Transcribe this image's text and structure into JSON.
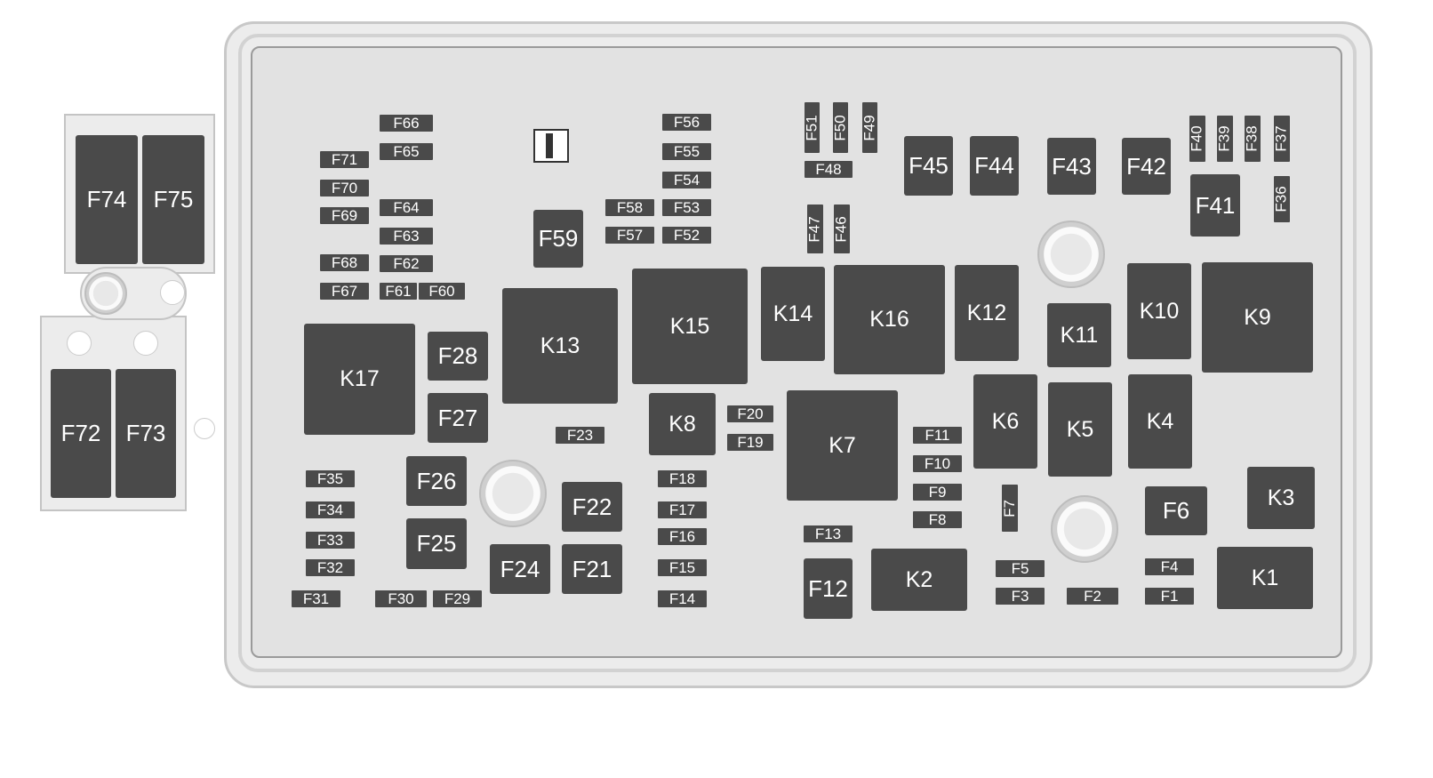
{
  "title": "Fuse box diagram",
  "colors": {
    "component_fill": "#4a4a4a",
    "label": "#ffffff",
    "housing": "#e2e2e2"
  },
  "components": {
    "F1": "F1",
    "F2": "F2",
    "F3": "F3",
    "F4": "F4",
    "F5": "F5",
    "F6": "F6",
    "F7": "F7",
    "F8": "F8",
    "F9": "F9",
    "F10": "F10",
    "F11": "F11",
    "F12": "F12",
    "F13": "F13",
    "F14": "F14",
    "F15": "F15",
    "F16": "F16",
    "F17": "F17",
    "F18": "F18",
    "F19": "F19",
    "F20": "F20",
    "F21": "F21",
    "F22": "F22",
    "F23": "F23",
    "F24": "F24",
    "F25": "F25",
    "F26": "F26",
    "F27": "F27",
    "F28": "F28",
    "F29": "F29",
    "F30": "F30",
    "F31": "F31",
    "F32": "F32",
    "F33": "F33",
    "F34": "F34",
    "F35": "F35",
    "F36": "F36",
    "F37": "F37",
    "F38": "F38",
    "F39": "F39",
    "F40": "F40",
    "F41": "F41",
    "F42": "F42",
    "F43": "F43",
    "F44": "F44",
    "F45": "F45",
    "F46": "F46",
    "F47": "F47",
    "F48": "F48",
    "F49": "F49",
    "F50": "F50",
    "F51": "F51",
    "F52": "F52",
    "F53": "F53",
    "F54": "F54",
    "F55": "F55",
    "F56": "F56",
    "F57": "F57",
    "F58": "F58",
    "F59": "F59",
    "F60": "F60",
    "F61": "F61",
    "F62": "F62",
    "F63": "F63",
    "F64": "F64",
    "F65": "F65",
    "F66": "F66",
    "F67": "F67",
    "F68": "F68",
    "F69": "F69",
    "F70": "F70",
    "F71": "F71",
    "F72": "F72",
    "F73": "F73",
    "F74": "F74",
    "F75": "F75",
    "K1": "K1",
    "K2": "K2",
    "K3": "K3",
    "K4": "K4",
    "K5": "K5",
    "K6": "K6",
    "K7": "K7",
    "K8": "K8",
    "K9": "K9",
    "K10": "K10",
    "K11": "K11",
    "K12": "K12",
    "K13": "K13",
    "K14": "K14",
    "K15": "K15",
    "K16": "K16",
    "K17": "K17"
  }
}
